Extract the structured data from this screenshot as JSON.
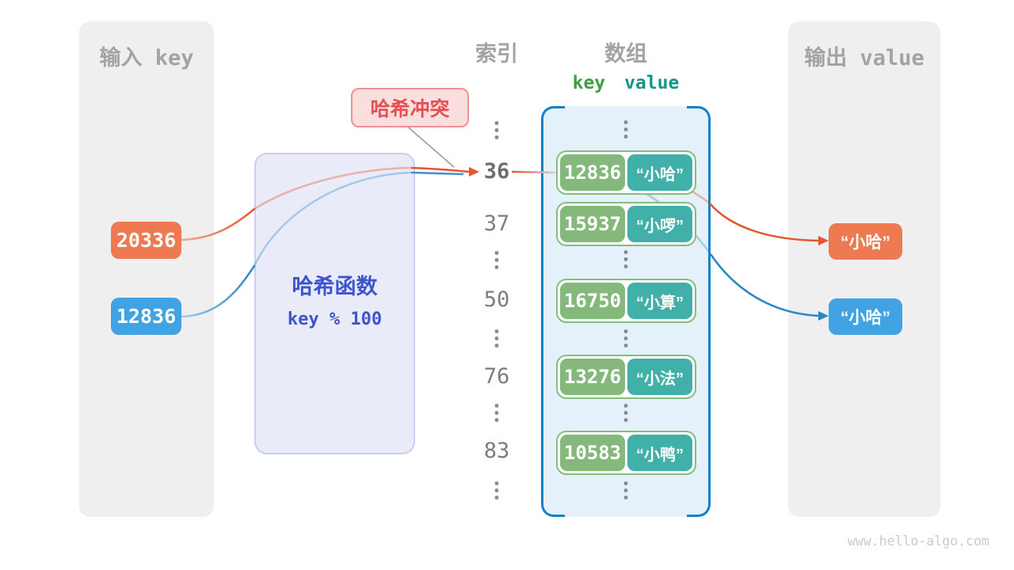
{
  "input_panel": {
    "title": "输入 key",
    "keys": [
      {
        "value": "20336",
        "color": "#ee7a52"
      },
      {
        "value": "12836",
        "color": "#41a3e4"
      }
    ]
  },
  "output_panel": {
    "title": "输出 value",
    "values": [
      {
        "value": "“小哈”",
        "color": "#ee7a52"
      },
      {
        "value": "“小哈”",
        "color": "#41a3e4"
      }
    ]
  },
  "hash_box": {
    "title": "哈希函数",
    "formula": "key % 100"
  },
  "collision_badge": {
    "label": "哈希冲突"
  },
  "index_column": {
    "title": "索引",
    "items": [
      {
        "value": "36",
        "highlight": true
      },
      {
        "value": "37",
        "highlight": false
      },
      {
        "value": "50",
        "highlight": false
      },
      {
        "value": "76",
        "highlight": false
      },
      {
        "value": "83",
        "highlight": false
      }
    ]
  },
  "array_column": {
    "title": "数组",
    "key_header": "key",
    "value_header": "value",
    "rows": [
      {
        "key": "12836",
        "value": "“小哈”"
      },
      {
        "key": "15937",
        "value": "“小啰”"
      },
      {
        "key": "16750",
        "value": "“小算”"
      },
      {
        "key": "13276",
        "value": "“小法”"
      },
      {
        "key": "10583",
        "value": "“小鸭”"
      }
    ]
  },
  "watermark": "www.hello-algo.com",
  "colors": {
    "panel_bg": "#efeff0",
    "panel_text": "#a3a3a3",
    "orange_chip": "#ee7a52",
    "blue_chip": "#41a3e4",
    "arrow_orange": "#e4572e",
    "arrow_blue": "#2a86c9",
    "key_green": "#85b97c",
    "value_teal": "#41b0a8",
    "row_border_green": "#85bd7e",
    "array_bg": "#e4f1fb",
    "array_border_blue": "#1480c6",
    "hash_box_bg": "#e9ebf9",
    "hash_text_blue": "#3d54cb",
    "collision_bg": "#fbdede",
    "collision_text": "#e25252"
  }
}
